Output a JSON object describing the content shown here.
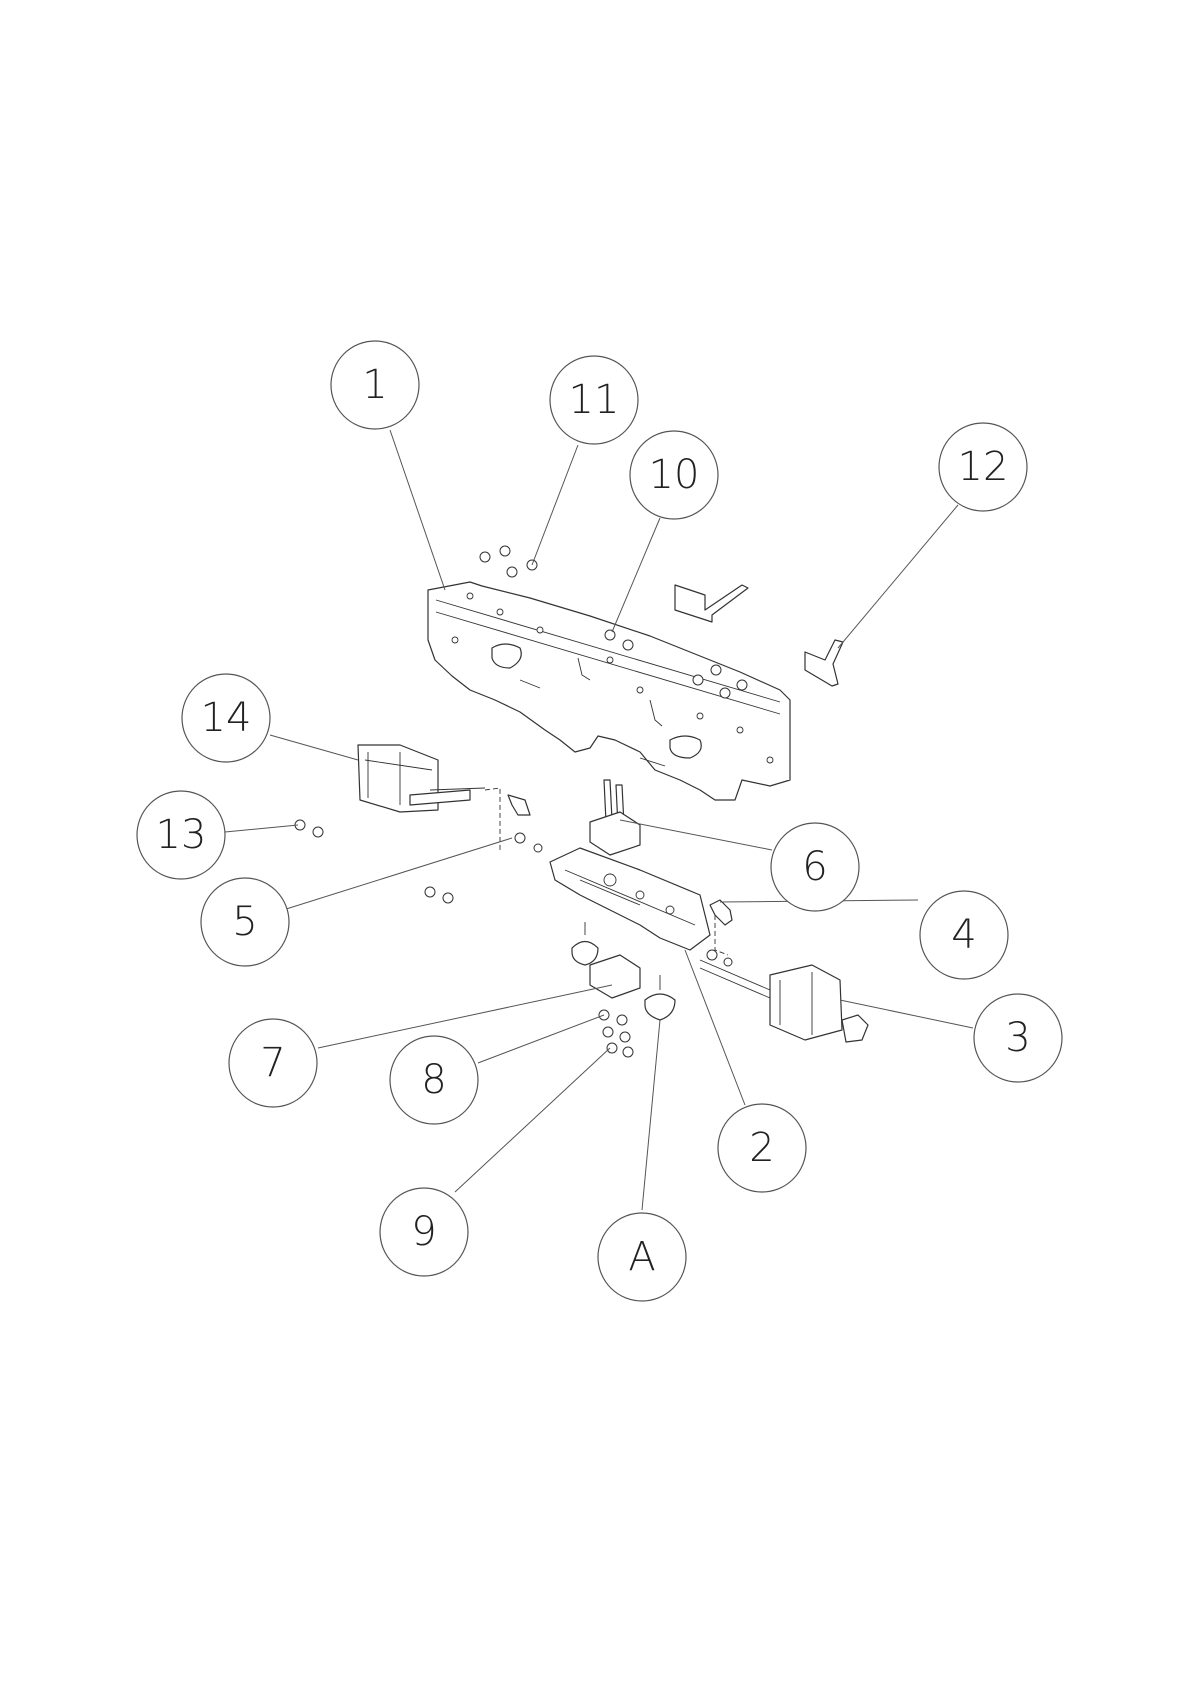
{
  "diagram": {
    "callouts": [
      {
        "id": "1",
        "label": "1"
      },
      {
        "id": "2",
        "label": "2"
      },
      {
        "id": "3",
        "label": "3"
      },
      {
        "id": "4",
        "label": "4"
      },
      {
        "id": "5",
        "label": "5"
      },
      {
        "id": "6",
        "label": "6"
      },
      {
        "id": "7",
        "label": "7"
      },
      {
        "id": "8",
        "label": "8"
      },
      {
        "id": "9",
        "label": "9"
      },
      {
        "id": "10",
        "label": "10"
      },
      {
        "id": "11",
        "label": "11"
      },
      {
        "id": "12",
        "label": "12"
      },
      {
        "id": "13",
        "label": "13"
      },
      {
        "id": "14",
        "label": "14"
      },
      {
        "id": "A",
        "label": "A"
      }
    ]
  }
}
